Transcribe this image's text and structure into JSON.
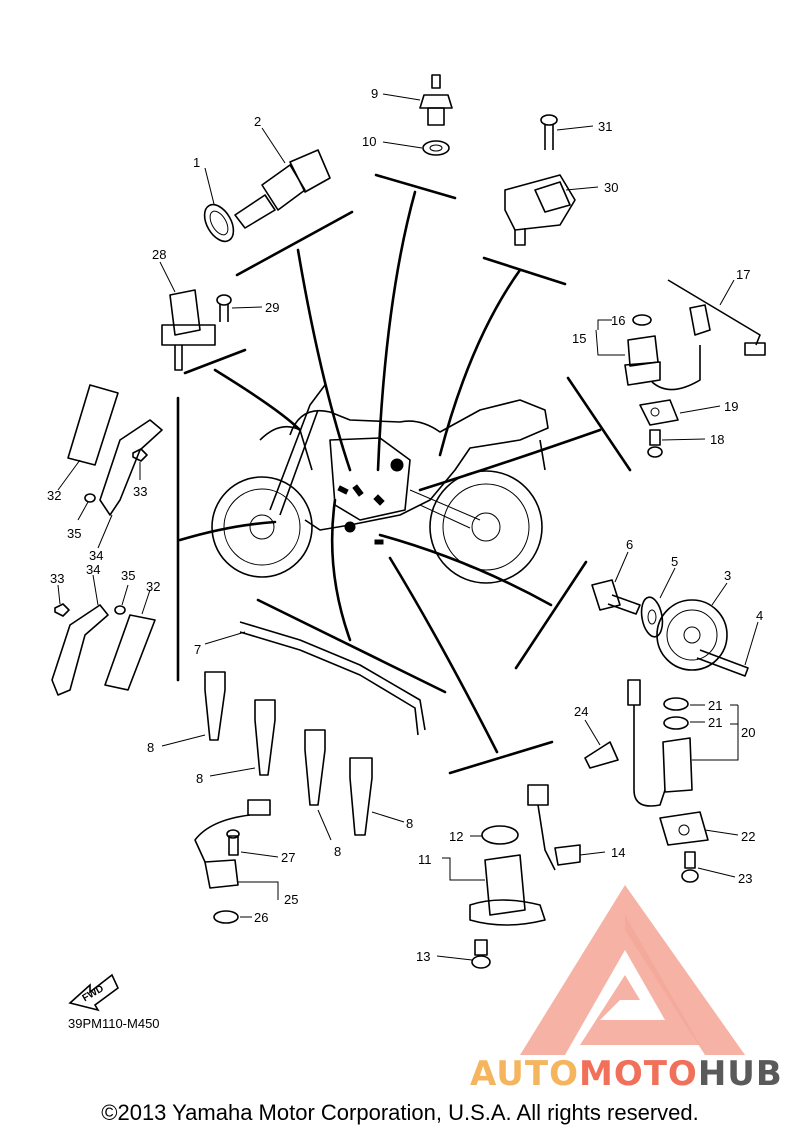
{
  "callouts": [
    "1",
    "2",
    "3",
    "4",
    "5",
    "6",
    "7",
    "8",
    "9",
    "10",
    "11",
    "12",
    "13",
    "14",
    "15",
    "16",
    "17",
    "18",
    "19",
    "20",
    "21",
    "22",
    "23",
    "24",
    "25",
    "26",
    "27",
    "28",
    "29",
    "30",
    "31",
    "32",
    "33",
    "34",
    "35"
  ],
  "diagram_code": "39PM110-M450",
  "fwd_label": "FWD",
  "copyright": "©2013 Yamaha Motor Corporation, U.S.A. All rights reserved.",
  "watermark": {
    "part1": "AUTO",
    "part2": "MOTO",
    "part3": "HUB",
    "colors": {
      "auto": "#f5b55e",
      "moto": "#f0705a",
      "hub": "#5a5a5a",
      "triangle": "#f29a8a"
    }
  }
}
